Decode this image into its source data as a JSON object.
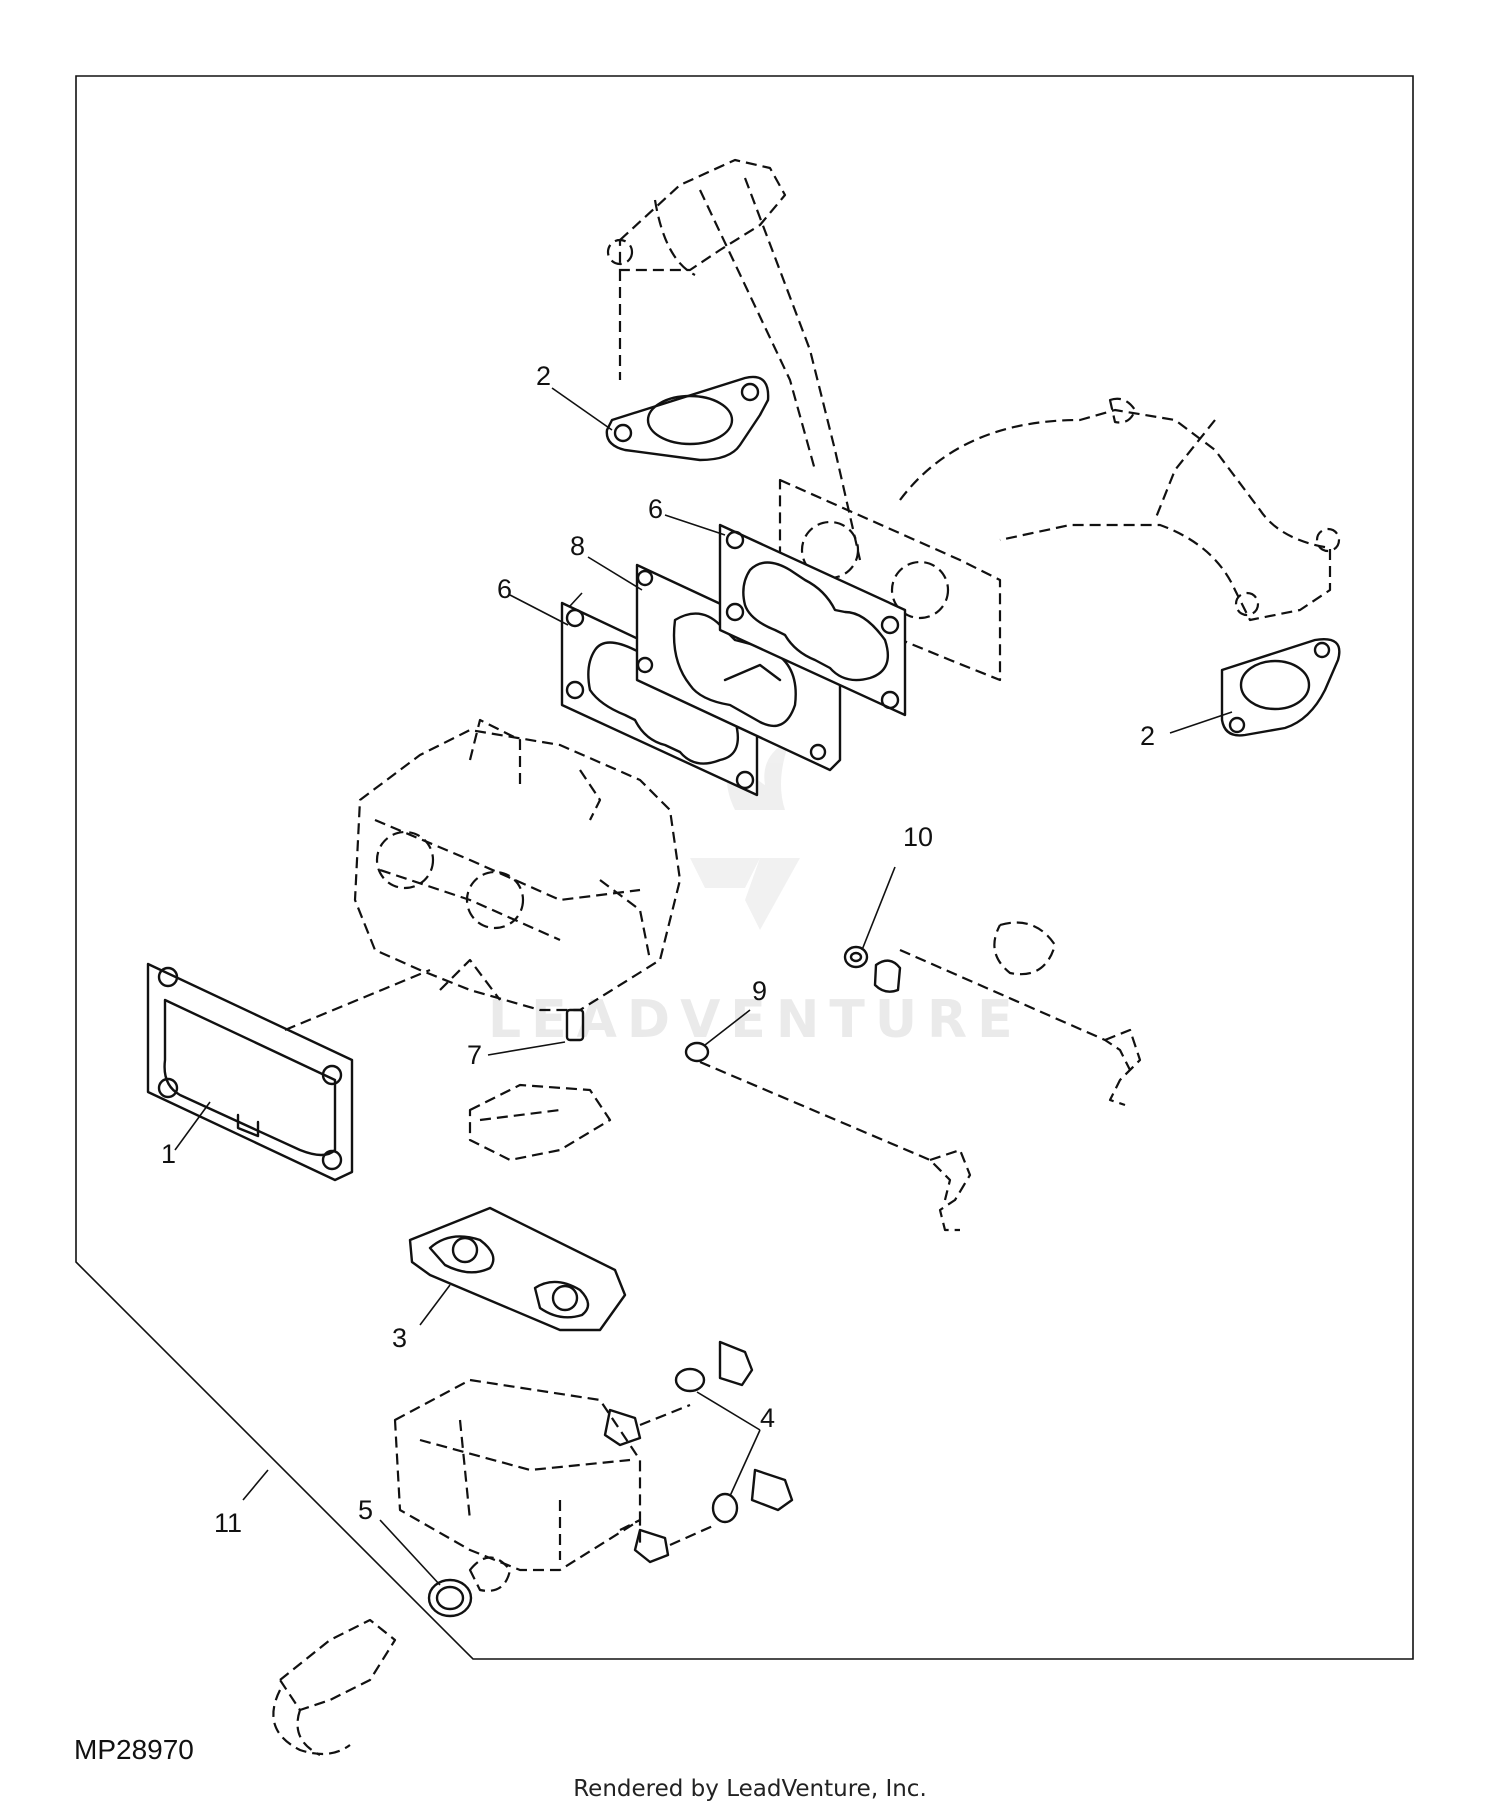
{
  "figure": {
    "id": "MP28970",
    "credit": "Rendered by LeadVenture, Inc.",
    "watermark": "LEADVENTURE"
  },
  "callouts": [
    {
      "key": "c1",
      "text": "1"
    },
    {
      "key": "c2a",
      "text": "2"
    },
    {
      "key": "c2b",
      "text": "2"
    },
    {
      "key": "c3",
      "text": "3"
    },
    {
      "key": "c4",
      "text": "4"
    },
    {
      "key": "c5",
      "text": "5"
    },
    {
      "key": "c6a",
      "text": "6"
    },
    {
      "key": "c6b",
      "text": "6"
    },
    {
      "key": "c7",
      "text": "7"
    },
    {
      "key": "c8",
      "text": "8"
    },
    {
      "key": "c9",
      "text": "9"
    },
    {
      "key": "c10",
      "text": "10"
    },
    {
      "key": "c11",
      "text": "11"
    }
  ]
}
